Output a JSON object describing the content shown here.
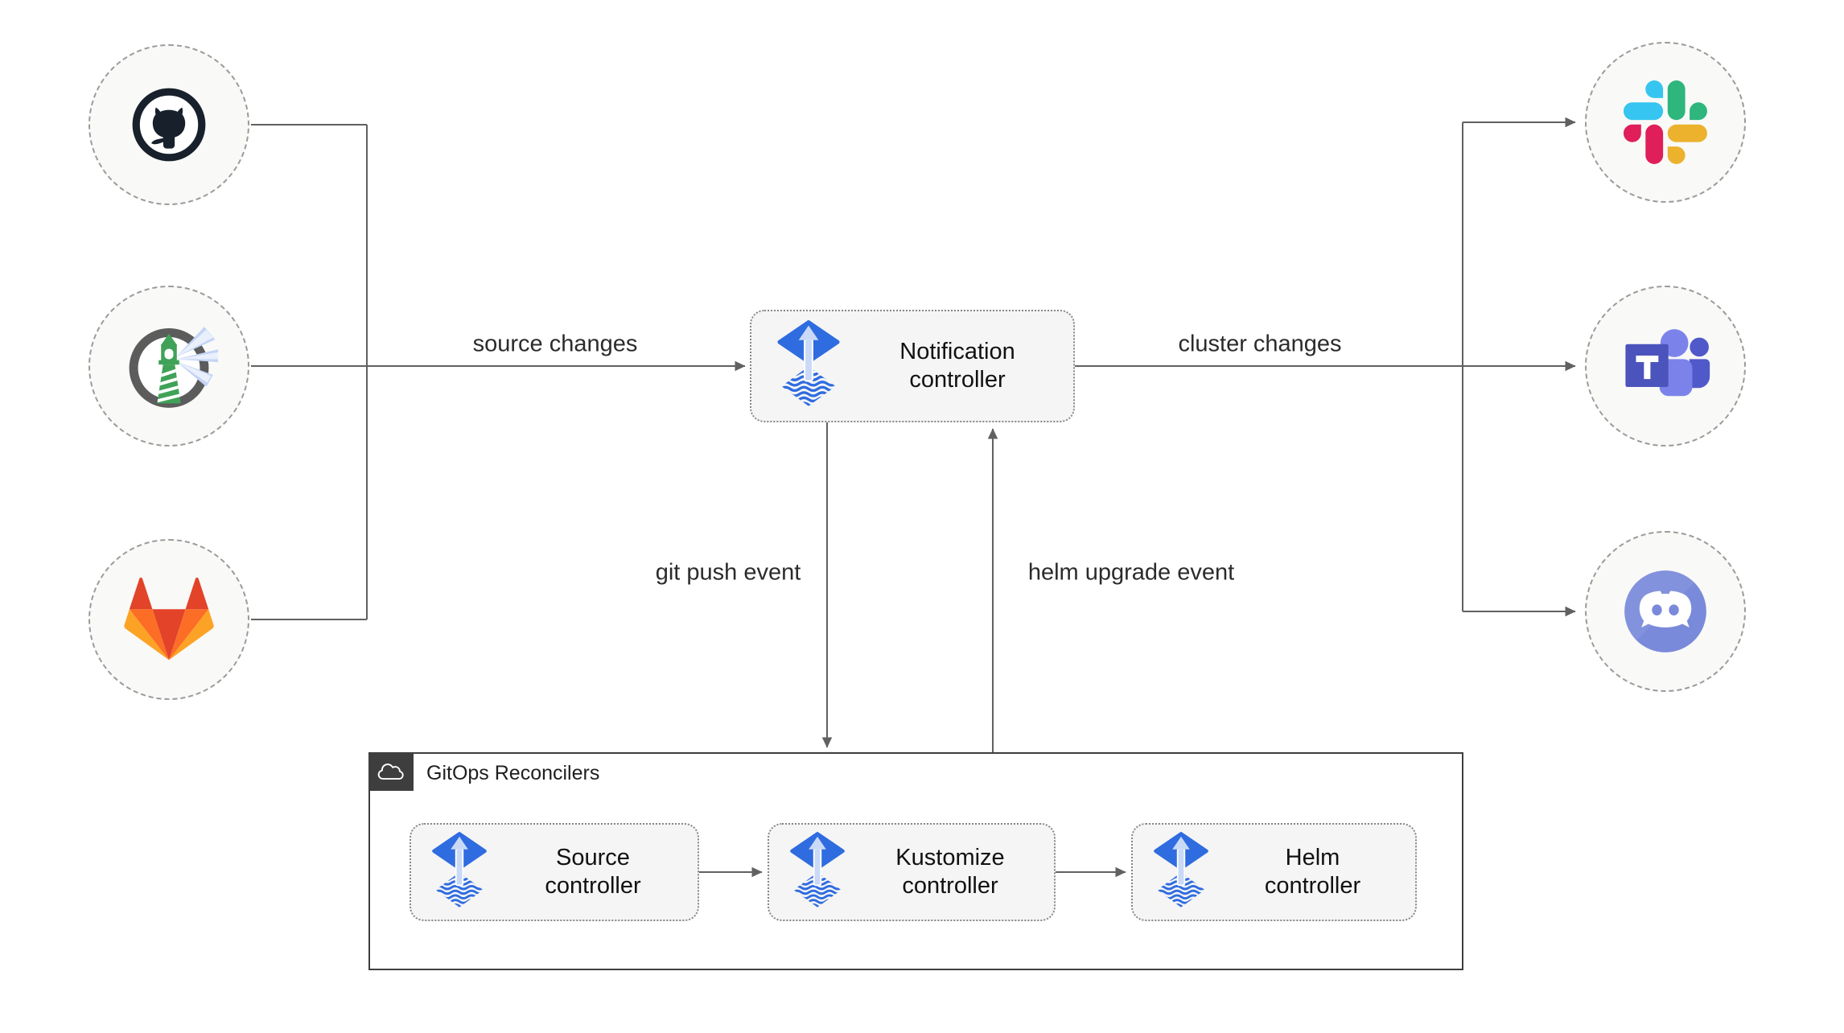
{
  "edges": {
    "source_changes": {
      "label": "source changes"
    },
    "cluster_changes": {
      "label": "cluster changes"
    },
    "git_push": {
      "label": "git push event"
    },
    "helm_upgrade": {
      "label": "helm upgrade event"
    }
  },
  "nodes": {
    "notification_controller": {
      "label": "Notification\ncontroller",
      "icon": "flux-icon"
    },
    "source_controller": {
      "label": "Source\ncontroller",
      "icon": "flux-icon"
    },
    "kustomize_controller": {
      "label": "Kustomize\ncontroller",
      "icon": "flux-icon"
    },
    "helm_controller": {
      "label": "Helm\ncontroller",
      "icon": "flux-icon"
    }
  },
  "container": {
    "label": "GitOps Reconcilers",
    "icon": "cloud-icon"
  },
  "sources": [
    {
      "icon": "github-icon"
    },
    {
      "icon": "harbor-icon"
    },
    {
      "icon": "gitlab-icon"
    }
  ],
  "destinations": [
    {
      "icon": "slack-icon"
    },
    {
      "icon": "teams-icon"
    },
    {
      "icon": "discord-icon"
    }
  ],
  "colors": {
    "flux_blue": "#2f6ce0",
    "flux_arrow": "#c9d9f6",
    "line": "#616161",
    "node_fill": "#f5f5f5",
    "circle_fill": "#f9f9f7",
    "container_border": "#3e3e3e",
    "github_dark": "#17202b",
    "harbor_green": "#3fa257",
    "gitlab": [
      "#e24329",
      "#fc6d26",
      "#fca326"
    ],
    "slack": [
      "#36C5F0",
      "#2EB67D",
      "#ECB22E",
      "#E01E5A"
    ],
    "teams": [
      "#4b53bc",
      "#7b83eb",
      "#5059c9"
    ],
    "discord": "#7a8ada"
  }
}
